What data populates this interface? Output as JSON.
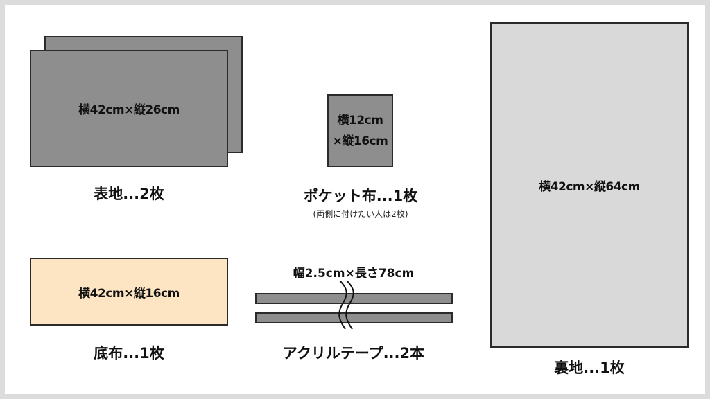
{
  "colors": {
    "frame": "#dcdcdc",
    "background": "#ffffff",
    "dark_fabric": "#8e8e8e",
    "lining": "#d9d9d9",
    "bottom_fabric": "#fde5c4",
    "outline": "#2b2b2b"
  },
  "pieces": {
    "outer_fabric": {
      "dimension": "横42cm×縦26cm",
      "title": "表地...2枚"
    },
    "pocket_fabric": {
      "dimension_line1": "横12cm",
      "dimension_line2": "×縦16cm",
      "title": "ポケット布...1枚",
      "note": "(両側に付けたい人は2枚)"
    },
    "lining_fabric": {
      "dimension": "横42cm×縦64cm",
      "title": "裏地...1枚"
    },
    "bottom_fabric": {
      "dimension": "横42cm×縦16cm",
      "title": "底布...1枚"
    },
    "acrylic_tape": {
      "dimension": "幅2.5cm×長さ78cm",
      "title": "アクリルテープ...2本"
    }
  }
}
